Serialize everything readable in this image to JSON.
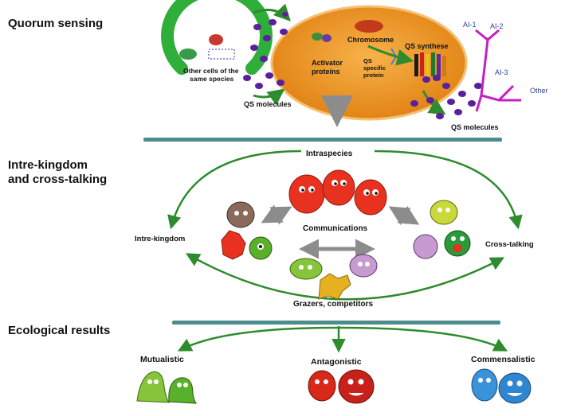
{
  "sections": {
    "quorum": "Quorum sensing",
    "intre_line1": "Intre-kingdom",
    "intre_line2": "and cross-talking",
    "ecological": "Ecological results"
  },
  "quorum_panel": {
    "other_cells_line1": "Other cells of the",
    "other_cells_line2": "same species",
    "qs_molecules_left": "QS molecules",
    "chromosome": "Chromosome",
    "activator_line1": "Activator",
    "activator_line2": "proteins",
    "qs_specific_line1": "QS",
    "qs_specific_line2": "specific",
    "qs_specific_line3": "protein",
    "qs_synthese": "QS synthese",
    "qs_molecules_right": "QS molecules",
    "ai1": "AI-1",
    "ai2": "AI-2",
    "ai3": "AI-3",
    "other": "Other"
  },
  "interaction_panel": {
    "intraspecies": "Intraspecies",
    "communications": "Communications",
    "intre_kingdom": "Intre-kingdom",
    "cross_talking": "Cross-talking",
    "grazers": "Grazers, competitors"
  },
  "results": {
    "mutualistic": "Mutualistic",
    "antagonistic": "Antagonistic",
    "commensalistic": "Commensalistic"
  },
  "colors": {
    "cell_orange": "#f39a1e",
    "green_arrow": "#2e8b2e",
    "receptor_magenta": "#c51fc5",
    "divider_teal": "#4c8c8c",
    "molecule_purple": "#5b1f9e",
    "label_blue": "#2a3f8f"
  }
}
